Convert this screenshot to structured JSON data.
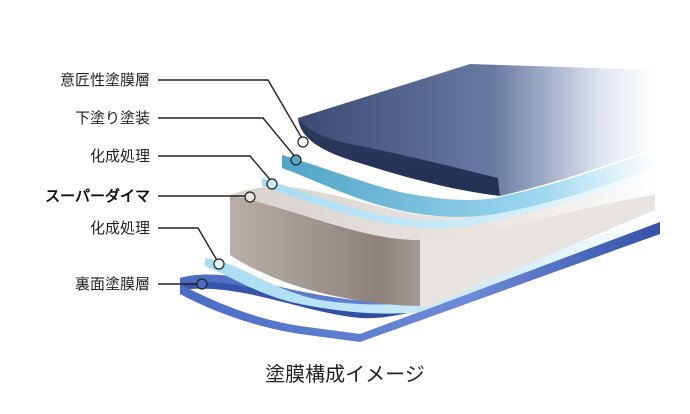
{
  "caption": "塗膜構成イメージ",
  "layers": [
    {
      "id": "design",
      "label": "意匠性塗膜層",
      "bold": false,
      "color": "#3d4f7a"
    },
    {
      "id": "primer",
      "label": "下塗り塗装",
      "bold": false,
      "color": "#5aa6c6"
    },
    {
      "id": "chem-top",
      "label": "化成処理",
      "bold": false,
      "color": "#8fd0ee"
    },
    {
      "id": "substrate",
      "label": "スーパーダイマ",
      "bold": true,
      "color": "#b6aca6"
    },
    {
      "id": "chem-bottom",
      "label": "化成処理",
      "bold": false,
      "color": "#9fd6ee"
    },
    {
      "id": "back",
      "label": "裏面塗膜層",
      "bold": false,
      "color": "#4a6bc0"
    }
  ]
}
